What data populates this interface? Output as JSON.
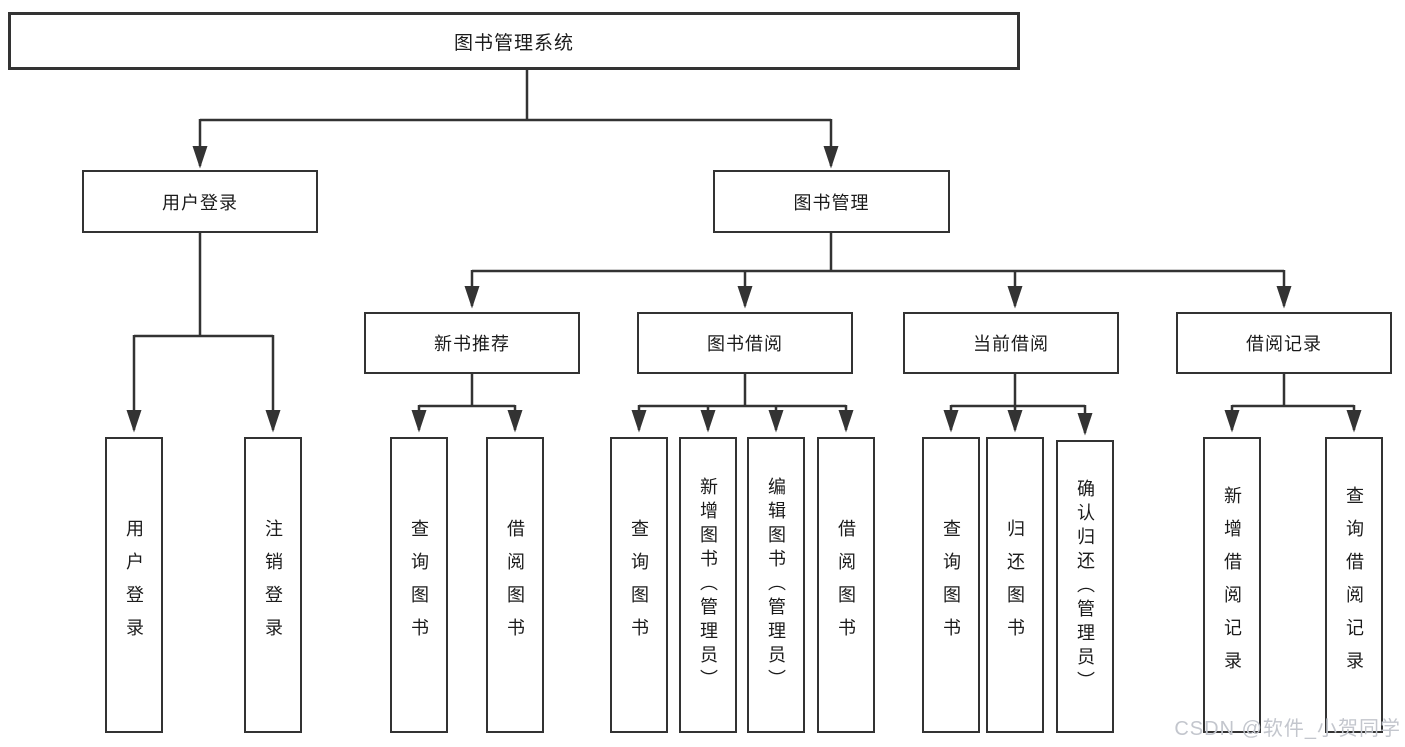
{
  "diagram": {
    "type": "hierarchy-tree",
    "line_color": "#333333",
    "root": {
      "label": "图书管理系统"
    },
    "level2": [
      {
        "label": "用户登录",
        "children": [
          {
            "label": "用户登录"
          },
          {
            "label": "注销登录"
          }
        ]
      },
      {
        "label": "图书管理",
        "children": [
          {
            "label": "新书推荐",
            "children": [
              {
                "label": "查询图书"
              },
              {
                "label": "借阅图书"
              }
            ]
          },
          {
            "label": "图书借阅",
            "children": [
              {
                "label": "查询图书"
              },
              {
                "label": "新增图书（管理员）"
              },
              {
                "label": "编辑图书（管理员）"
              },
              {
                "label": "借阅图书"
              }
            ]
          },
          {
            "label": "当前借阅",
            "children": [
              {
                "label": "查询图书"
              },
              {
                "label": "归还图书"
              },
              {
                "label": "确认归还（管理员）"
              }
            ]
          },
          {
            "label": "借阅记录",
            "children": [
              {
                "label": "新增借阅记录"
              },
              {
                "label": "查询借阅记录"
              }
            ]
          }
        ]
      }
    ]
  },
  "watermark": {
    "text": "CSDN @软件_小贺同学"
  }
}
